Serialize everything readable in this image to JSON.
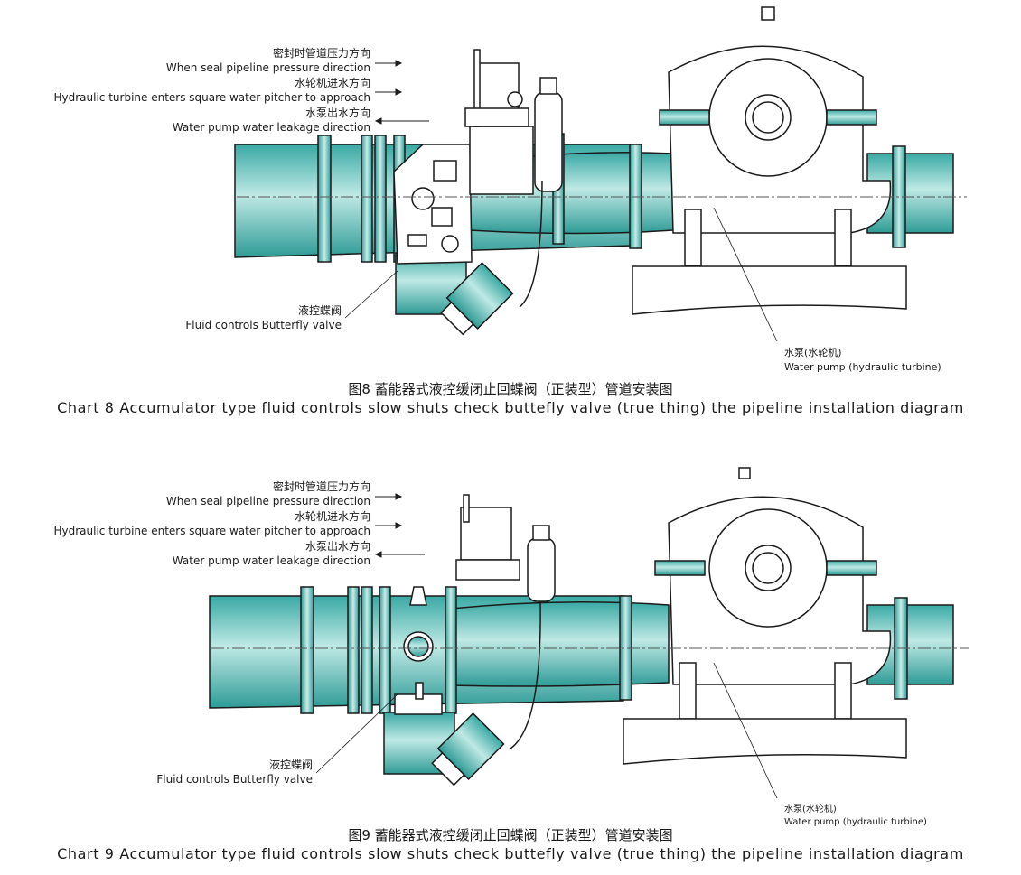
{
  "diagrams": [
    {
      "labels": {
        "seal_pressure_cn": "密封时管道压力方向",
        "seal_pressure_en": "When seal pipeline pressure direction",
        "turbine_inlet_cn": "水轮机进水方向",
        "turbine_inlet_en": "Hydraulic turbine enters square water pitcher to approach",
        "pump_outlet_cn": "水泵出水方向",
        "pump_outlet_en": "Water pump water leakage direction",
        "valve_cn": "液控蝶阀",
        "valve_en": "Fluid controls Butterfly valve",
        "pump_cn": "水泵(水轮机)",
        "pump_en": "Water pump (hydraulic turbine)"
      },
      "caption_cn": "图8  蓄能器式液控缓闭止回蝶阀（正装型）管道安装图",
      "caption_en": "Chart 8 Accumulator type fluid controls slow shuts check buttefly valve (true thing) the pipeline installation diagram"
    },
    {
      "labels": {
        "seal_pressure_cn": "密封时管道压力方向",
        "seal_pressure_en": "When seal pipeline pressure direction",
        "turbine_inlet_cn": "水轮机进水方向",
        "turbine_inlet_en": "Hydraulic turbine enters square water pitcher to approach",
        "pump_outlet_cn": "水泵出水方向",
        "pump_outlet_en": "Water pump water leakage direction",
        "valve_cn": "液控蝶阀",
        "valve_en": "Fluid controls Butterfly valve",
        "pump_cn": "水泵(水轮机)",
        "pump_en": "Water pump (hydraulic turbine)"
      },
      "caption_cn": "图9  蓄能器式液控缓闭止回蝶阀（正装型）管道安装图",
      "caption_en": "Chart 9 Accumulator type fluid controls slow shuts check buttefly valve (true thing) the pipeline installation diagram"
    }
  ],
  "colors": {
    "pipe": "#4bbdb8",
    "pipe_light": "#c9ece9",
    "outline": "#1a1a1a"
  }
}
